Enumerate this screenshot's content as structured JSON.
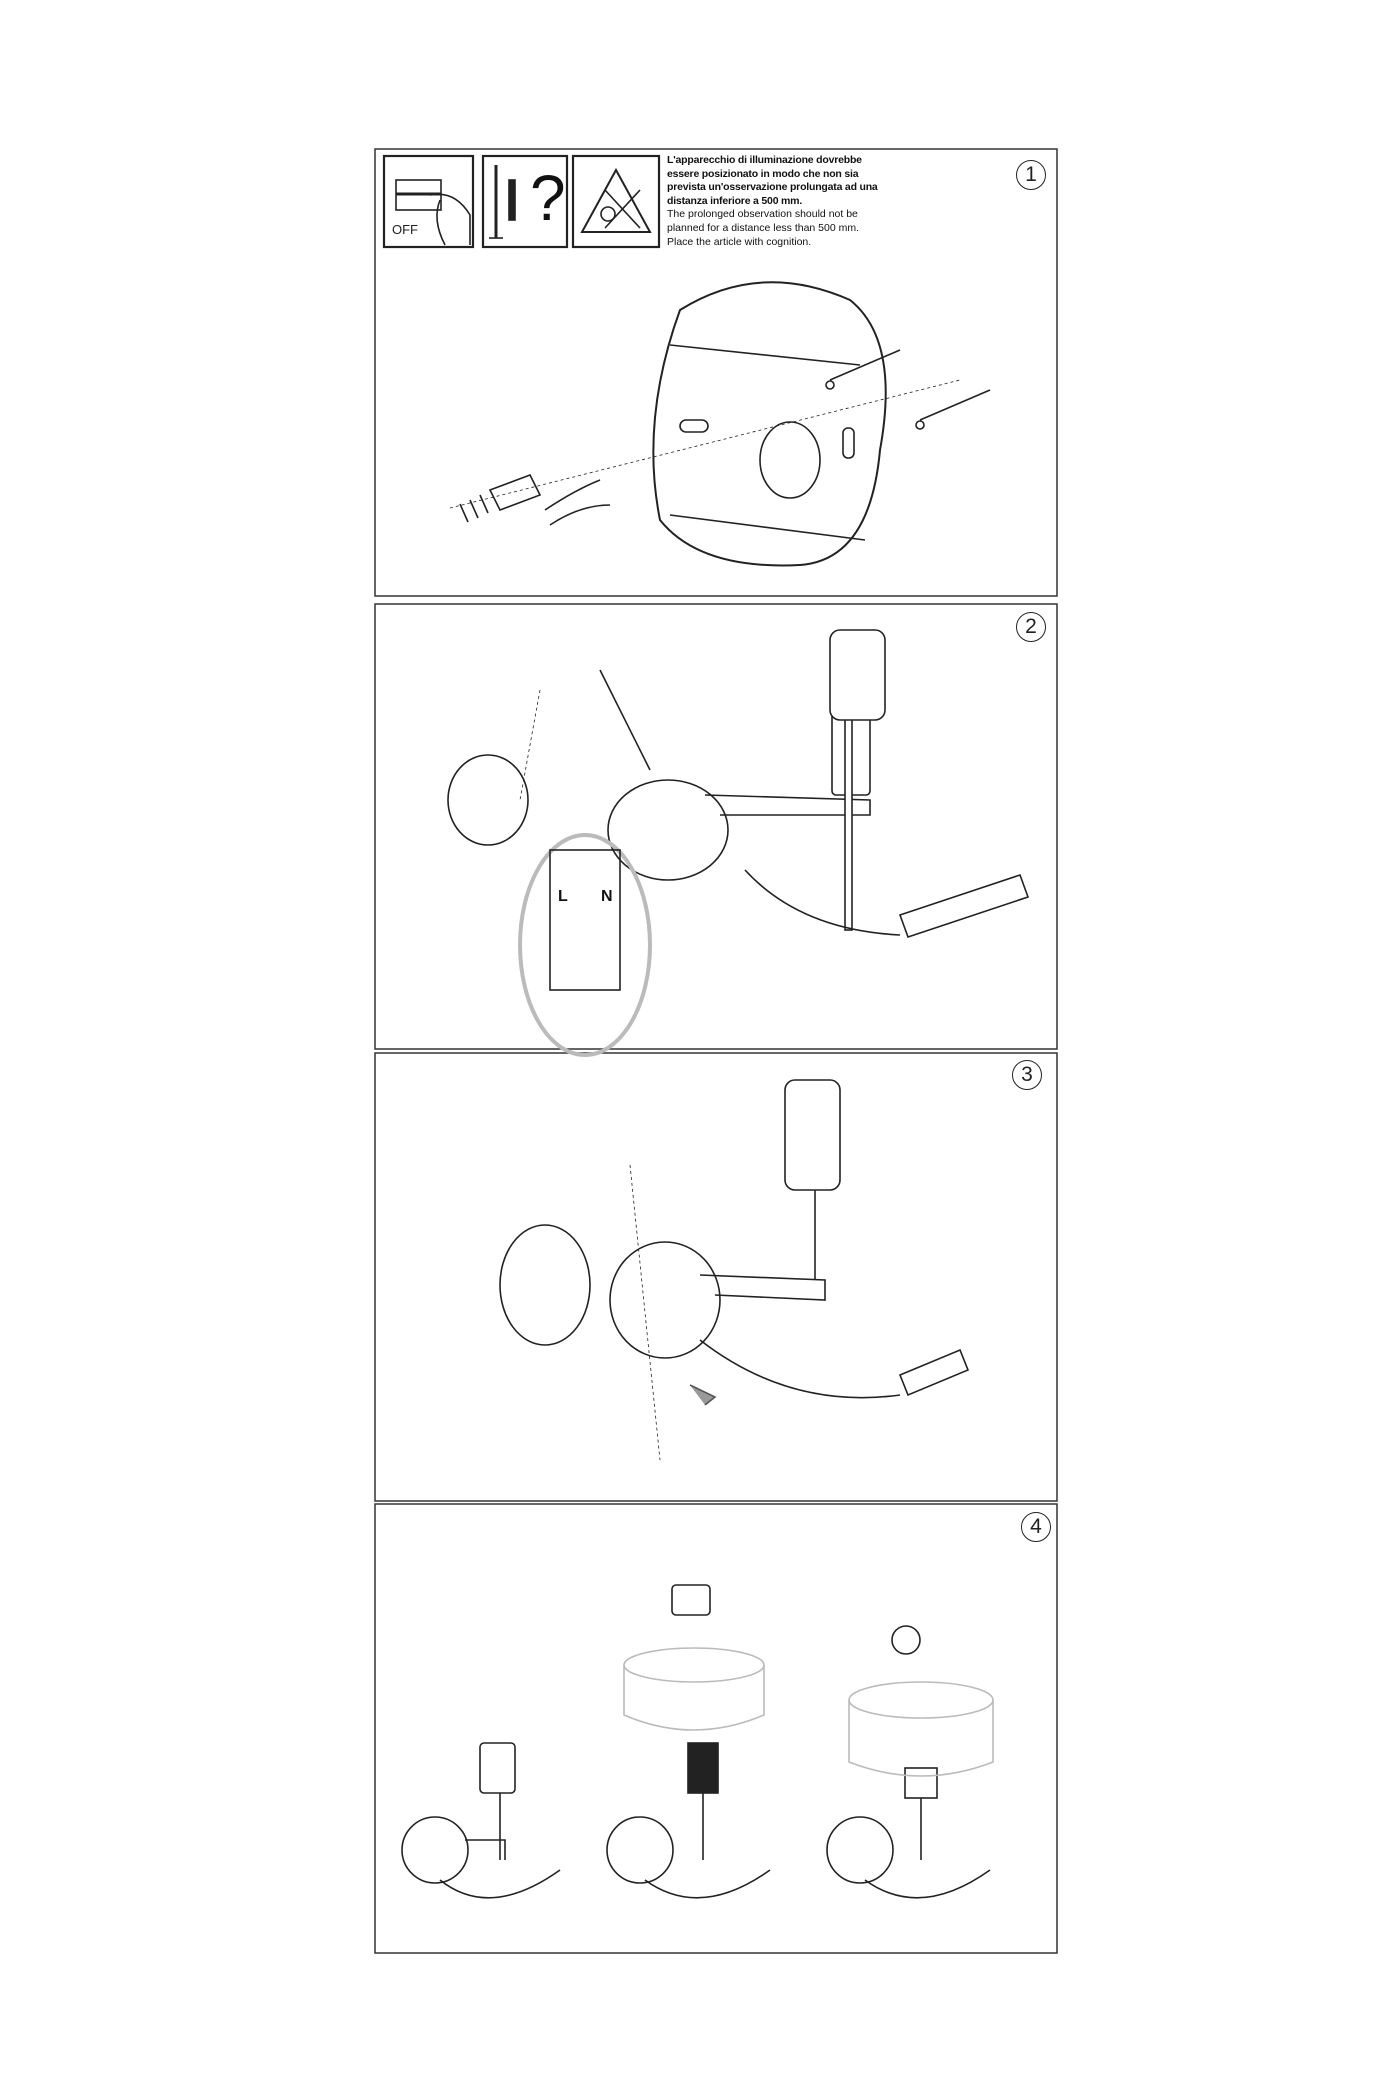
{
  "warning": {
    "italian": [
      "L'apparecchio di illuminazione dovrebbe",
      "essere posizionato in modo che non sia",
      "prevista un'osservazione prolungata ad una",
      "distanza inferiore a 500 mm."
    ],
    "english": [
      "The prolonged observation should not be",
      "planned for a distance less than 500 mm.",
      "Place the article with cognition."
    ]
  },
  "icons": {
    "power_off_label": "OFF",
    "question_mark": "?"
  },
  "steps": [
    "1",
    "2",
    "3",
    "4"
  ],
  "terminal_labels": {
    "live": "L",
    "neutral": "N"
  }
}
